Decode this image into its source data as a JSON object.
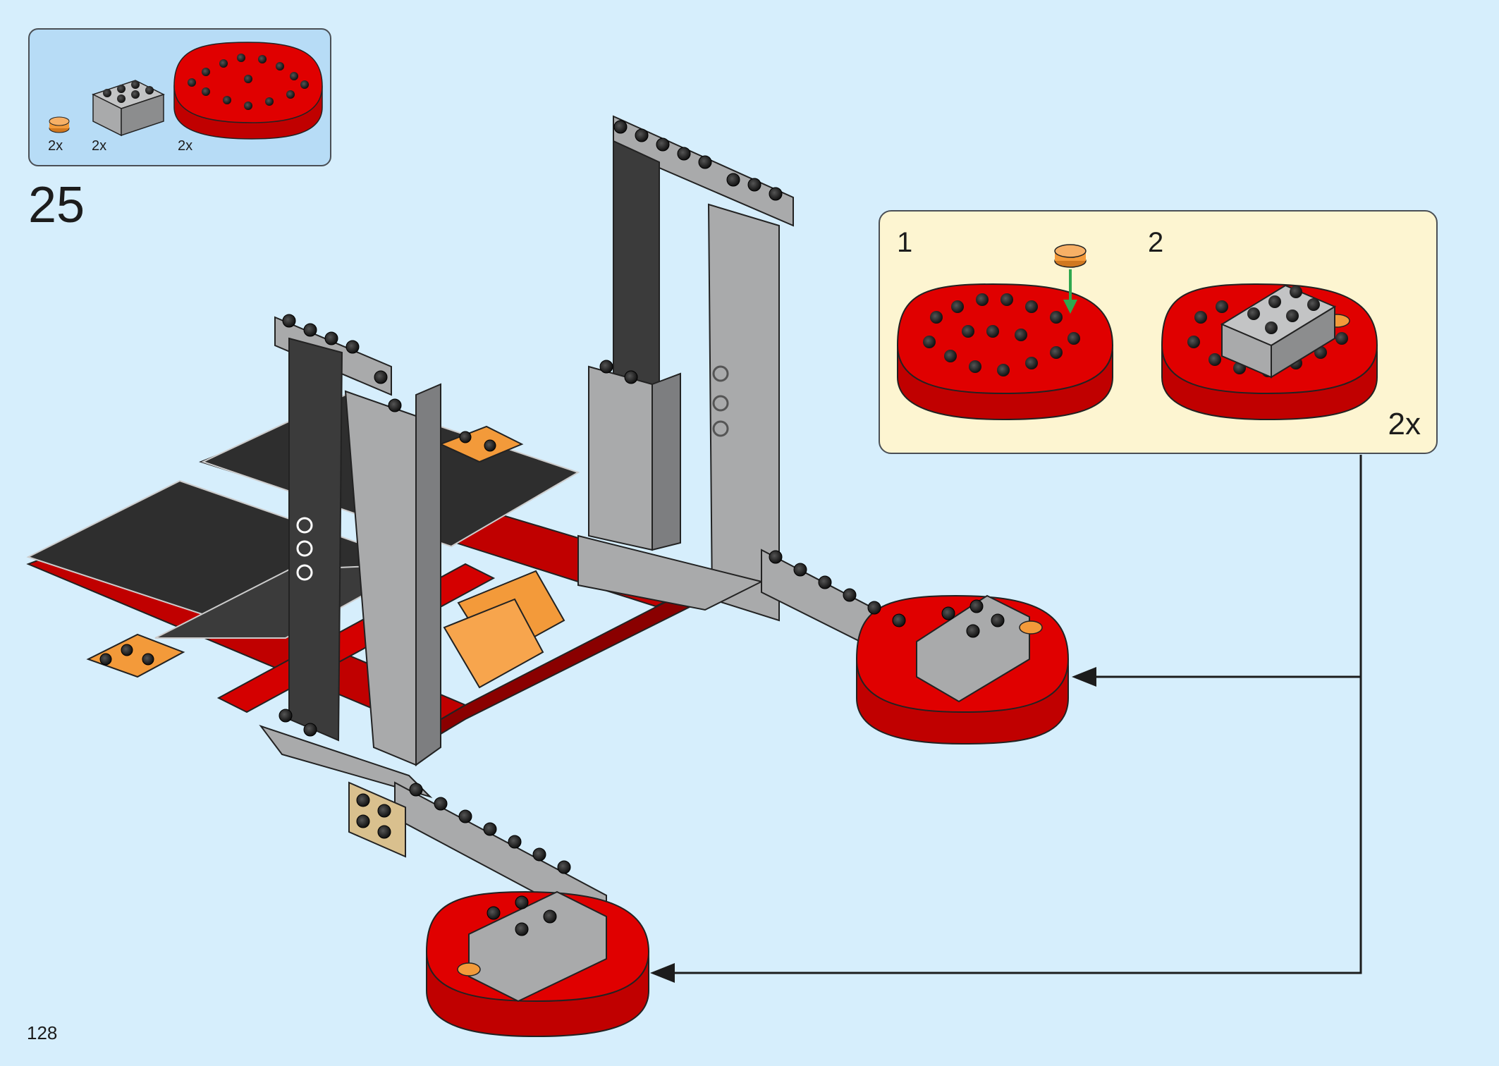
{
  "parts_list": {
    "items": [
      {
        "name": "orange-round-plate",
        "qty": "2x",
        "color": "#f39a3a"
      },
      {
        "name": "grey-brick-2x3",
        "qty": "2x",
        "color": "#a9aaab"
      },
      {
        "name": "red-round-corner-plate",
        "qty": "2x",
        "color": "#d40000"
      }
    ]
  },
  "step": {
    "number": "25"
  },
  "substeps": {
    "items": [
      {
        "number": "1"
      },
      {
        "number": "2"
      }
    ],
    "multiplier": "2x"
  },
  "page": {
    "number": "128"
  },
  "colors": {
    "background": "#d6eefc",
    "parts_box": "#b7dcf6",
    "substep_box": "#fdf5d1",
    "red": "#d40000",
    "grey": "#a9aaab",
    "dark": "#3b3b3b",
    "orange": "#f39a3a",
    "arrow_green": "#2fa84f"
  }
}
